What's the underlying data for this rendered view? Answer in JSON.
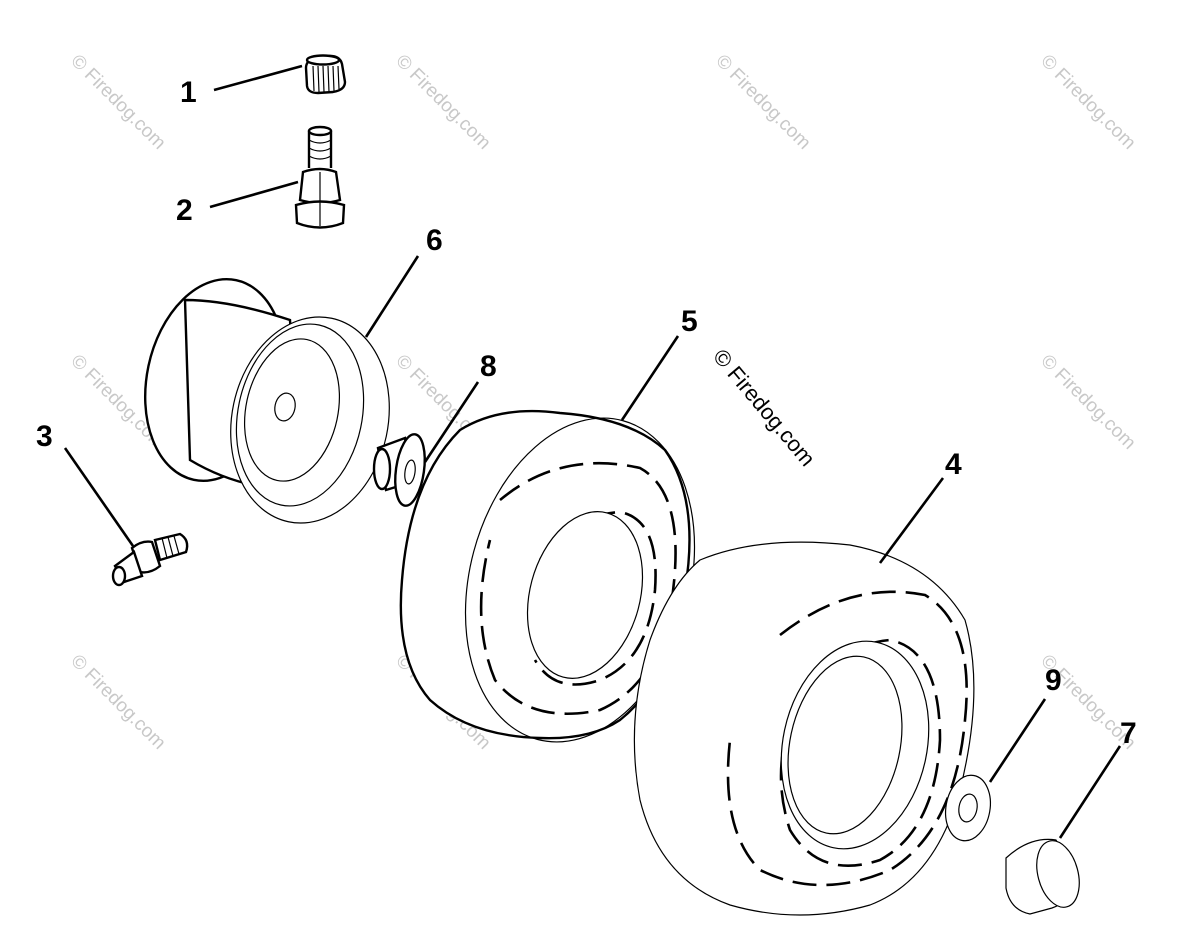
{
  "watermark": "© Firedog.com",
  "callouts": [
    {
      "id": "1",
      "label": "1"
    },
    {
      "id": "2",
      "label": "2"
    },
    {
      "id": "3",
      "label": "3"
    },
    {
      "id": "4",
      "label": "4"
    },
    {
      "id": "5",
      "label": "5"
    },
    {
      "id": "6",
      "label": "6"
    },
    {
      "id": "7",
      "label": "7"
    },
    {
      "id": "8",
      "label": "8"
    },
    {
      "id": "9",
      "label": "9"
    }
  ],
  "parts": [
    {
      "callout": "1",
      "name": "valve-cap"
    },
    {
      "callout": "2",
      "name": "valve-stem"
    },
    {
      "callout": "3",
      "name": "grease-fitting"
    },
    {
      "callout": "4",
      "name": "tire-inner-tube"
    },
    {
      "callout": "5",
      "name": "tire"
    },
    {
      "callout": "6",
      "name": "wheel-rim"
    },
    {
      "callout": "7",
      "name": "hub-cap"
    },
    {
      "callout": "8",
      "name": "bushing"
    },
    {
      "callout": "9",
      "name": "washer"
    }
  ]
}
